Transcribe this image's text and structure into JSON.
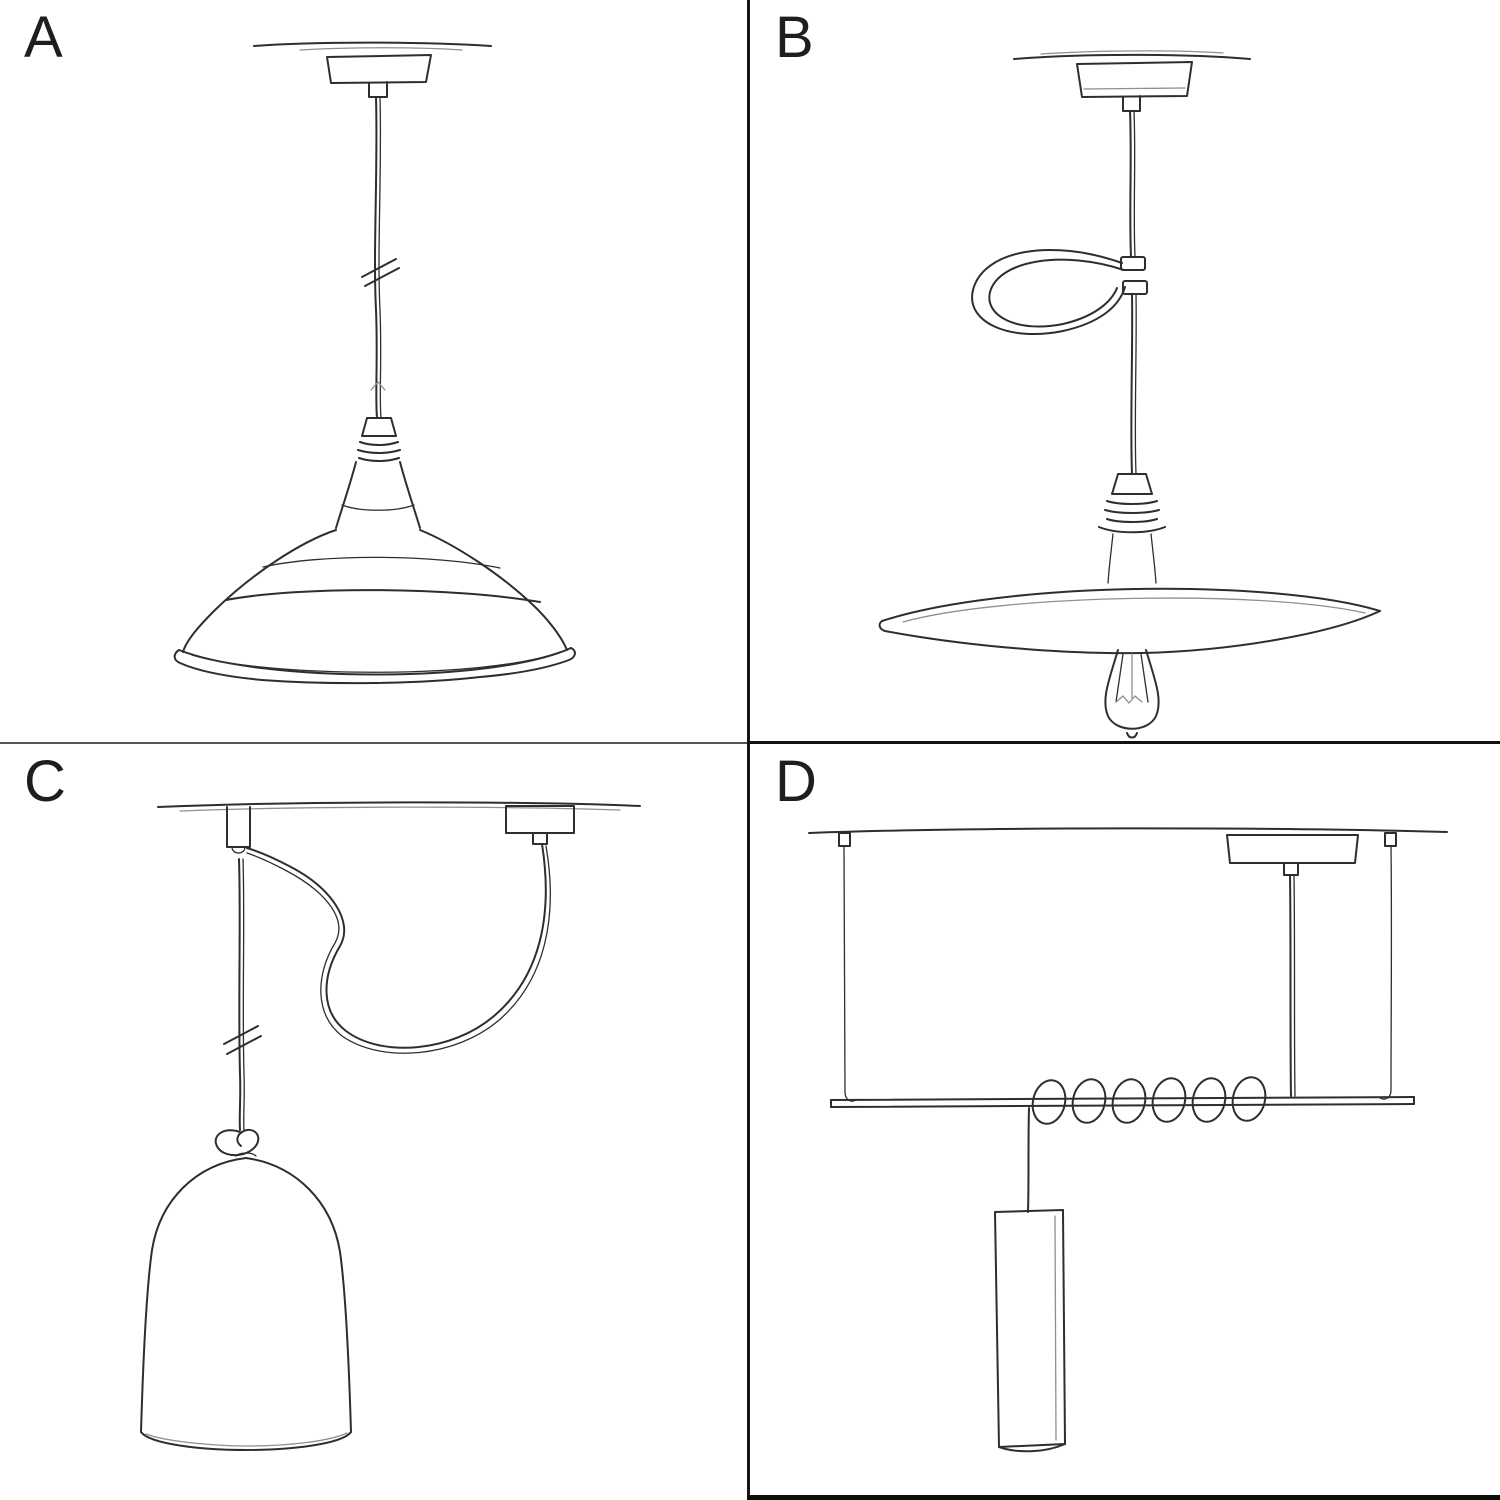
{
  "page": {
    "background": "#ffffff",
    "ink_color": "#2e2e2e",
    "divider_color": "#161616"
  },
  "panels": [
    {
      "label": "A",
      "alt": "Pendant lamp sketch: ceiling rose, straight cable with length marks, lamp holder and industrial bowl shade"
    },
    {
      "label": "B",
      "alt": "Pendant lamp sketch: ceiling rose, cable with loop shortener, lamp holder, flat plate shade and exposed bulb"
    },
    {
      "label": "C",
      "alt": "Swag pendant sketch: ceiling rose, cable swagged over a hook, knot and bell dome shade"
    },
    {
      "label": "D",
      "alt": "Bar pendant sketch: ceiling rose and two suspension wires holding a bar, cable coiled around bar dropping to a tube shade"
    }
  ]
}
